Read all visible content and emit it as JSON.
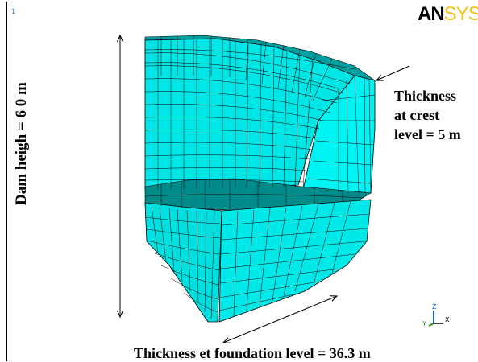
{
  "window": {
    "number": "1"
  },
  "logo": {
    "part1": "AN",
    "part2": "SYS"
  },
  "annotations": {
    "crest_line1": "Thickness",
    "crest_line2": "at crest",
    "crest_line3": "level = 5 m",
    "dam_height": "Dam heigh = 6 0 m",
    "foundation": "Thickness et foundation level = 36.3 m"
  },
  "triad": {
    "z": "Z",
    "y": "Y",
    "x": "X"
  },
  "colors": {
    "mesh_fill": "#00ffff",
    "mesh_dark": "#008b8b",
    "mesh_lines": "#000000"
  }
}
